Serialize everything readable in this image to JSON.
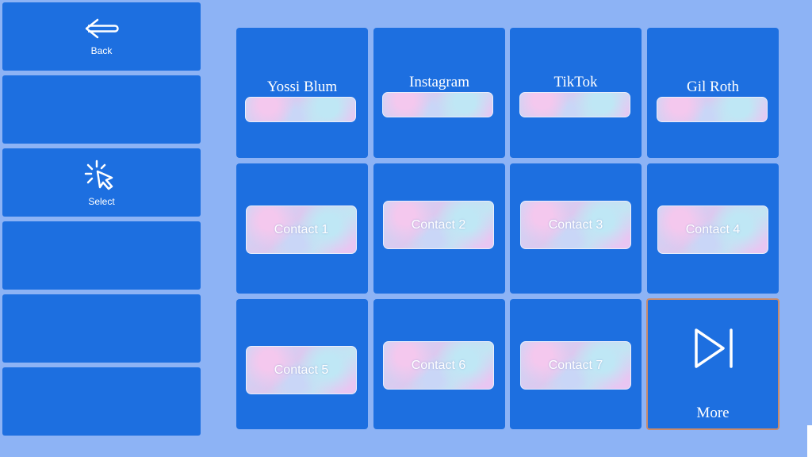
{
  "sidebar": {
    "back_label": "Back",
    "select_label": "Select"
  },
  "grid": {
    "row1": [
      "Yossi Blum",
      "Instagram",
      "TikTok",
      "Gil Roth"
    ],
    "contacts": [
      "Contact 1",
      "Contact 2",
      "Contact 3",
      "Contact 4",
      "Contact 5",
      "Contact 6",
      "Contact 7"
    ],
    "more_label": "More"
  },
  "colors": {
    "background": "#8db3f5",
    "tile": "#1d6fe0",
    "more_border": "#c98a6a"
  },
  "icons": {
    "back": "arrow-left-icon",
    "select": "click-pointer-icon",
    "more": "skip-next-icon"
  }
}
